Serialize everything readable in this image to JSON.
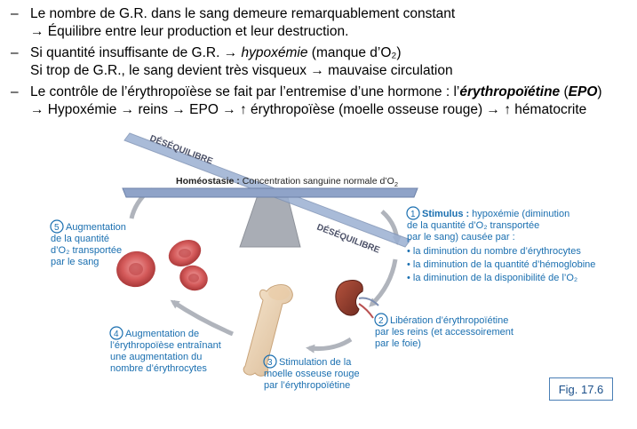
{
  "bullets": [
    {
      "dash": "–",
      "line1": "Le nombre de G.R. dans le sang demeure remarquablement constant",
      "line2": "→ Équilibre entre leur production et leur destruction."
    },
    {
      "dash": "–",
      "line1_a": "Si quantité insuffisante de G.R. → ",
      "line1_em": "hypoxémie",
      "line1_b": " (manque d’O₂)",
      "line2": "Si trop de G.R., le sang devient très visqueux → mauvaise circulation"
    },
    {
      "dash": "–",
      "line1_a": "Le contrôle de l’érythropoïèse se fait par l’entremise d’une hormone : l’",
      "line1_strong": "érythropoïétine",
      "line1_b": " (",
      "line1_strong2": "EPO",
      "line1_c": ")",
      "line2": "→ Hypoxémie → reins → EPO → ↑ érythropoïèse (moelle osseuse rouge) → ↑ hématocrite"
    }
  ],
  "diagram": {
    "desequilibre_top": "DÉSÉQUILIBRE",
    "desequilibre_bottom": "DÉSÉQUILIBRE",
    "homeostasie_label": "Homéostasie :",
    "homeostasie_text": "Concentration sanguine normale d’O",
    "homeostasie_sub": "2",
    "step1": {
      "num": "1",
      "title": "Stimulus :",
      "lines": [
        "hypoxémie (diminution",
        "de la quantité d’O₂ transportée",
        "par le sang) causée par :"
      ],
      "bullets": [
        "• la diminution du nombre d’érythrocytes",
        "• la diminution de la quantité d’hémoglobine",
        "• la diminution de la disponibilité de l’O₂"
      ]
    },
    "step2": {
      "num": "2",
      "lines": [
        "Libération d’érythropoïétine",
        "par les reins (et accessoirement",
        "par le foie)"
      ]
    },
    "step3": {
      "num": "3",
      "lines": [
        "Stimulation de la",
        "moelle osseuse rouge",
        "par l’érythropoïétine"
      ]
    },
    "step4": {
      "num": "4",
      "lines": [
        "Augmentation de",
        "l’érythropoïèse entraînant",
        "une augmentation du",
        "nombre d’érythrocytes"
      ]
    },
    "step5": {
      "num": "5",
      "lines": [
        "Augmentation",
        "de la quantité",
        "d’O₂ transportée",
        "par le sang"
      ]
    }
  },
  "figure_label": "Fig. 17.6",
  "colors": {
    "accent": "#1a6fb0",
    "arrow": "#b0b4bc",
    "plank": "#8fa3c8",
    "rbc": "#c9474a",
    "kidney": "#8a3a2c",
    "bone": "#e8d2b4"
  }
}
